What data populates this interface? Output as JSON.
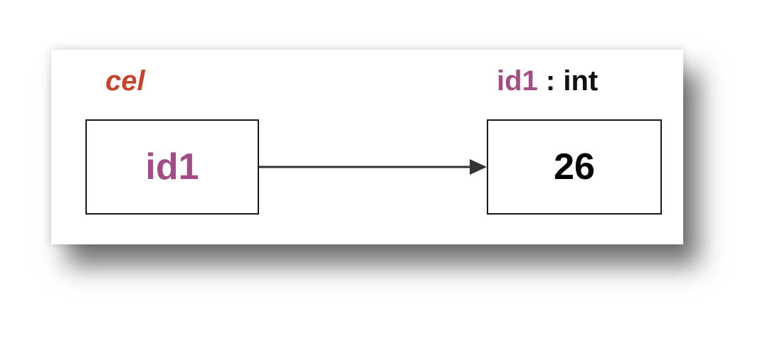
{
  "diagram": {
    "variable": {
      "name": "cel",
      "color": "#c8432b"
    },
    "reference_box": {
      "text": "id1",
      "color": "#a24d86"
    },
    "object_label": {
      "id": "id1",
      "separator": " : ",
      "type": "int",
      "id_color": "#a24d86",
      "type_color": "#111111"
    },
    "value_box": {
      "text": "26",
      "color": "#000000"
    },
    "arrow_color": "#333333"
  }
}
